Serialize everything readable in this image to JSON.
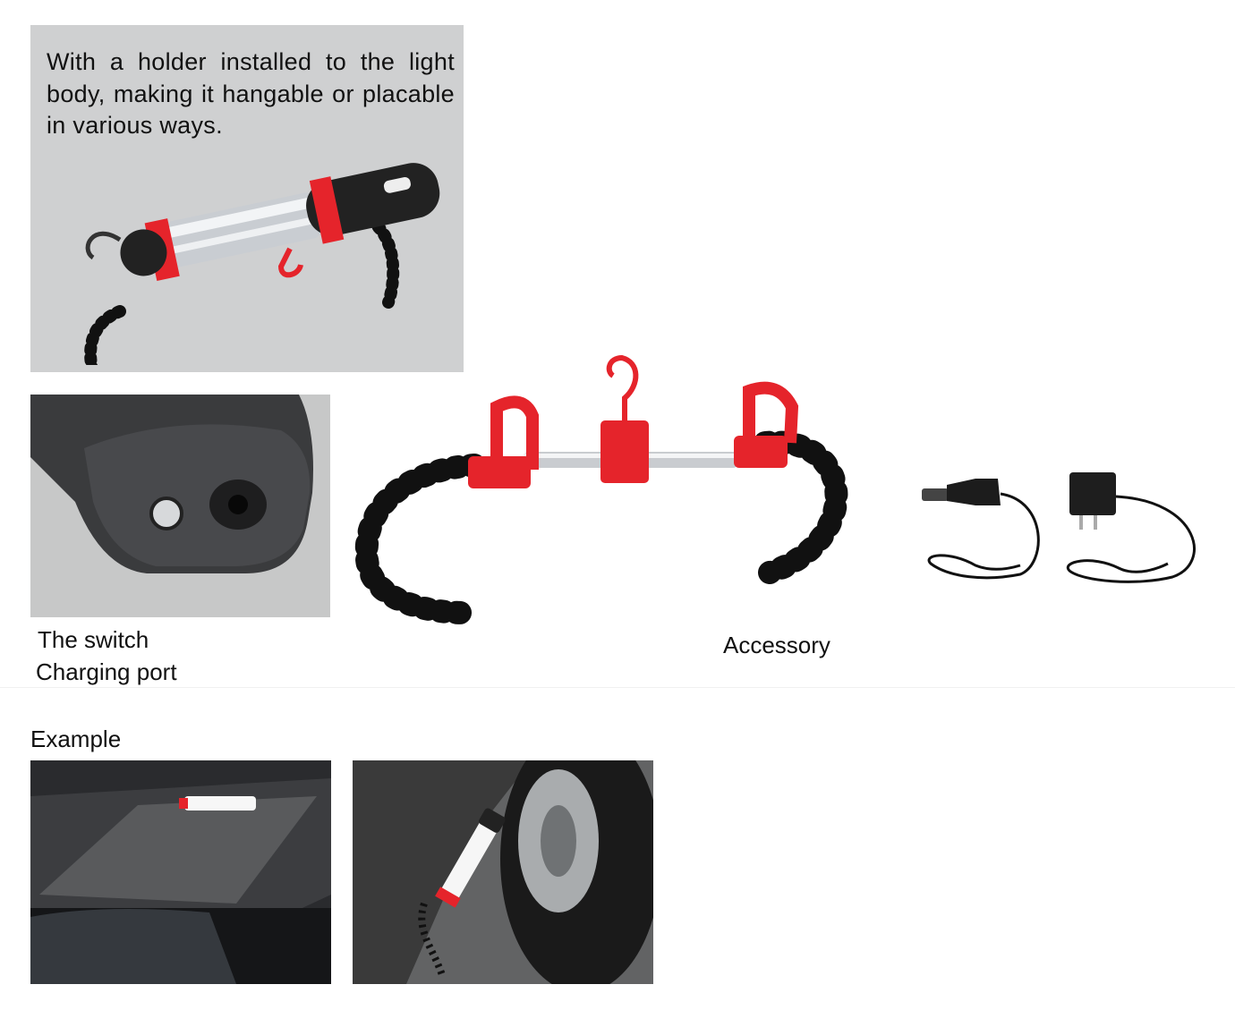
{
  "intro": {
    "text": "With a  holder installed to the light body, making it hangable or placable in various ways."
  },
  "switch_panel": {
    "caption_line1": "The switch",
    "caption_line2": "Charging port"
  },
  "accessory": {
    "label": "Accessory"
  },
  "example": {
    "heading": "Example"
  },
  "colors": {
    "accent_red": "#e5242b",
    "panel_gray": "#cfd0d1"
  }
}
